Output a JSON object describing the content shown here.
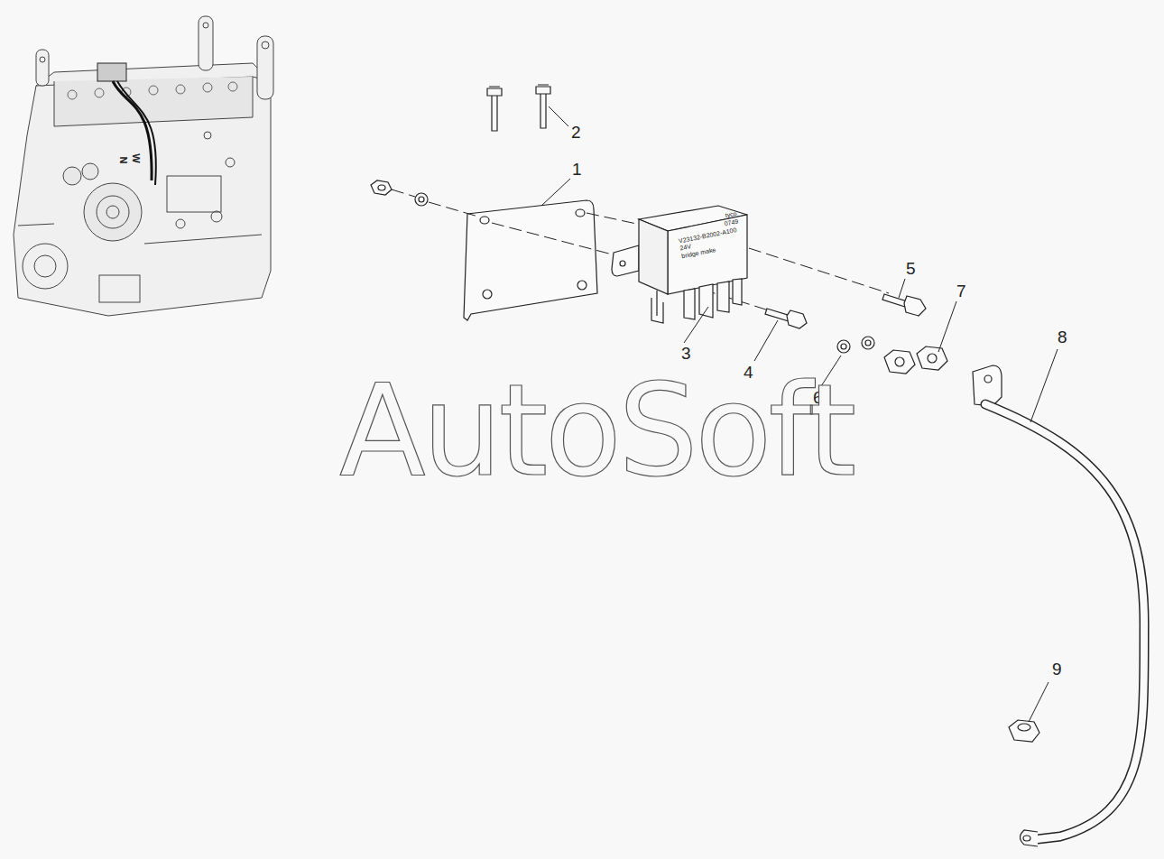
{
  "diagram": {
    "nodes": [
      {
        "text": [
          "tyco",
          "0749",
          "V23132-B2002-A100",
          "24V",
          "bridge make"
        ]
      }
    ],
    "labels": [
      "1",
      "2",
      "3",
      "4",
      "5",
      "6",
      "7",
      "8",
      "9",
      "AutoSoft",
      "N",
      "W"
    ]
  }
}
